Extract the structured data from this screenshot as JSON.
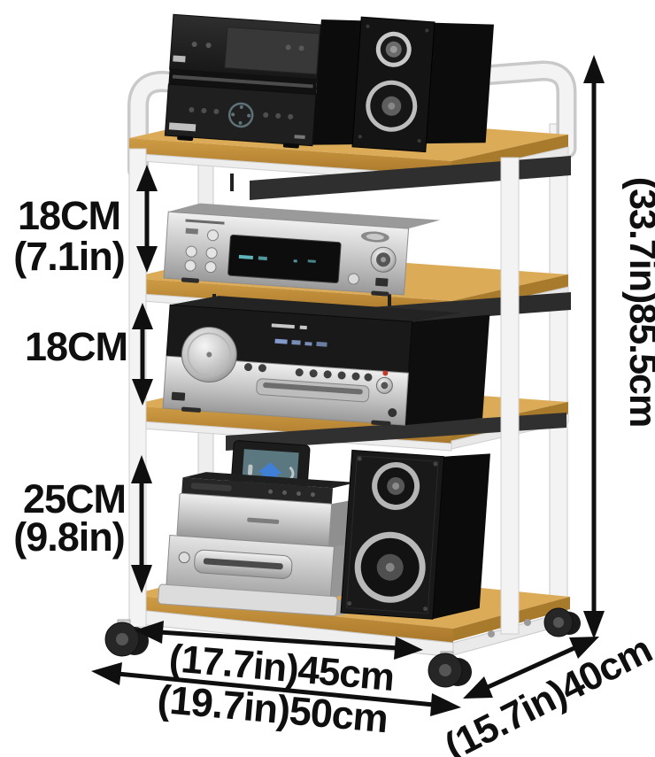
{
  "figure": {
    "type": "product-dimension-diagram",
    "subject": "4-tier rolling audio/media equipment rack with wood shelves, white metal frame and caster wheels",
    "labels": {
      "gap_top_cm": "18CM",
      "gap_top_in": "(7.1in)",
      "gap_middle_cm": "18CM",
      "gap_bottom_cm": "25CM",
      "gap_bottom_in": "(9.8in)",
      "total_height": "(33.7in)85.5cm",
      "inner_width": "(17.7in)45cm",
      "outer_width": "(19.7in)50cm",
      "depth": "(15.7in)40cm"
    },
    "colors": {
      "background": "#ffffff",
      "annotation": "#0f0f0f",
      "wood_top": "#dcab57",
      "wood_front": "#c08b38",
      "wood_side": "#a87b2c",
      "frame_white": "#f3f3f3",
      "frame_shade": "#c9c9c9",
      "equipment_black": "#1a1a1a",
      "equipment_silver": "#c9c9c9",
      "tablet_screen": "#5b7780",
      "house_icon_blue": "#3f7fd6",
      "vfd_blue": "#8ea9dd",
      "display_cyan": "#6fd3d8"
    }
  }
}
